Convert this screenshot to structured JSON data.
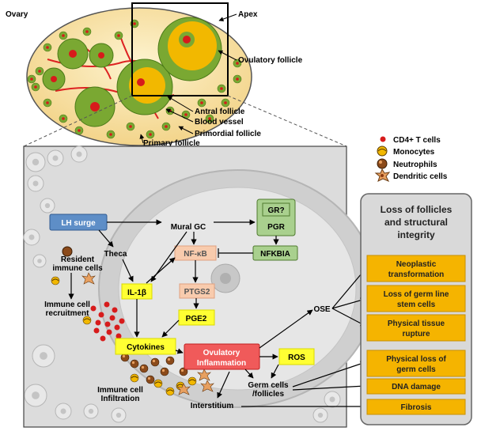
{
  "ovary": {
    "title": "Ovary",
    "labels": {
      "apex": "Apex",
      "ovulatory_follicle": "Ovulatory follicle",
      "antral_follicle": "Antral follicle",
      "blood_vessel": "Blood vessel",
      "primordial_follicle": "Primordial follicle",
      "primary_follicle": "Primary follicle"
    }
  },
  "legend": {
    "items": [
      {
        "label": "CD4+ T cells",
        "icon": "red-dot-icon"
      },
      {
        "label": "Monocytes",
        "icon": "monocyte-icon"
      },
      {
        "label": "Neutrophils",
        "icon": "neutrophil-icon"
      },
      {
        "label": "Dendritic cells",
        "icon": "dendritic-cell-icon"
      }
    ]
  },
  "nodes": {
    "lh_surge": "LH surge",
    "mural_gc": "Mural GC",
    "gr": "GR?",
    "pgr": "PGR",
    "nfkbia": "NFKBIA",
    "theca": "Theca",
    "nfkb": "NF-κB",
    "il1b": "IL-1β",
    "ptgs2": "PTGS2",
    "pge2": "PGE2",
    "cytokines": "Cytokines",
    "ovulatory_inflammation_1": "Ovulatory",
    "ovulatory_inflammation_2": "Inflammation",
    "ros": "ROS",
    "ose": "OSE",
    "resident_1": "Resident",
    "resident_2": "immune cells",
    "recruit_1": "Immune cell",
    "recruit_2": "recruitment",
    "infil_1": "Immune cell",
    "infil_2": "Infiltration",
    "germ_1": "Germ cells",
    "germ_2": "/follicles",
    "interstitium": "Interstitium"
  },
  "outcomes": {
    "title_1": "Loss of follicles",
    "title_2": "and structural",
    "title_3": "integrity",
    "items": [
      [
        "Neoplastic",
        "transformation"
      ],
      [
        "Loss of germ line",
        "stem cells"
      ],
      [
        "Physical tissue",
        "rupture"
      ],
      [
        "Physical loss of",
        "germ cells"
      ],
      [
        "DNA damage"
      ],
      [
        "Fibrosis"
      ]
    ]
  },
  "colors": {
    "follicle_green": "#7aa832",
    "oocyte_red": "#d71b1b",
    "antrum_yellow": "#f2b800",
    "lh_blue": "#5e8ec7",
    "green_box": "#a9d08e",
    "peach_box": "#f8cbad",
    "yellow_box": "#ffff33",
    "inflammation_red": "#f05a5a",
    "orange_box": "#f5b400",
    "panel_gray": "#d9d9d9"
  }
}
